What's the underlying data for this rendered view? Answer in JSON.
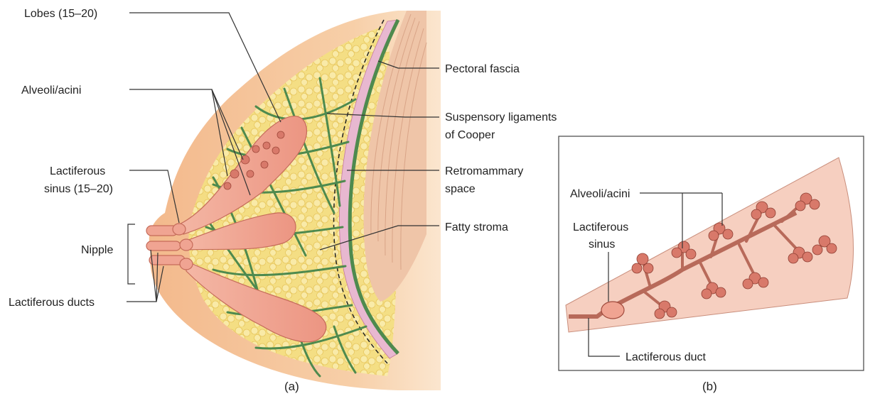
{
  "panel_a": {
    "caption": "(a)",
    "labels": {
      "lobes": "Lobes (15–20)",
      "alveoli": "Alveoli/acini",
      "sinus_line1": "Lactiferous",
      "sinus_line2": "sinus (15–20)",
      "nipple": "Nipple",
      "ducts": "Lactiferous ducts",
      "pectoral_fascia": "Pectoral fascia",
      "cooper_line1": "Suspensory ligaments",
      "cooper_line2": "of Cooper",
      "retro_line1": "Retromammary",
      "retro_line2": "space",
      "fatty_stroma": "Fatty stroma"
    }
  },
  "panel_b": {
    "caption": "(b)",
    "labels": {
      "alveoli": "Alveoli/acini",
      "sinus_line1": "Lactiferous",
      "sinus_line2": "sinus",
      "duct": "Lactiferous duct"
    }
  },
  "colors": {
    "skin": "#f6c7a0",
    "fat": "#f4df7e",
    "lobe": "#f0a492",
    "ligament": "#4e8a4e",
    "muscle": "#efc5a8",
    "fascia_band": "#e8b8d0",
    "panel_b_fill": "#f6cfc0",
    "acini": "#d8796a"
  }
}
